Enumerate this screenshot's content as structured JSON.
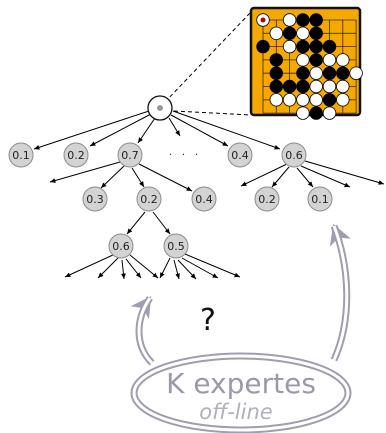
{
  "tree": {
    "level1": [
      "0.1",
      "0.2",
      "0.7",
      "0.4",
      "0.6"
    ],
    "level1_ellipsis": "· · ·",
    "children_of_0_7": [
      "0.3",
      "0.2",
      "0.4"
    ],
    "children_of_0_6": [
      "0.2",
      "0.1"
    ],
    "children_of_0_2": [
      "0.6",
      "0.5"
    ]
  },
  "question": "?",
  "experts": {
    "title": "K expertes",
    "subtitle": "off-line"
  },
  "colors": {
    "board": "#f5a800",
    "node_fill": "#d3d3d3",
    "node_stroke": "#8c8c8c",
    "expert_stroke": "#9e9eb0",
    "arrow": "#000000"
  },
  "go_board": {
    "size": 8,
    "last_move": [
      0,
      0
    ],
    "black": [
      [
        0,
        3
      ],
      [
        0,
        4
      ],
      [
        1,
        2
      ],
      [
        1,
        4
      ],
      [
        2,
        0
      ],
      [
        2,
        3
      ],
      [
        2,
        4
      ],
      [
        2,
        5
      ],
      [
        3,
        1
      ],
      [
        3,
        4
      ],
      [
        4,
        1
      ],
      [
        4,
        3
      ],
      [
        4,
        5
      ],
      [
        4,
        6
      ],
      [
        5,
        1
      ],
      [
        5,
        2
      ],
      [
        5,
        3
      ],
      [
        6,
        5
      ],
      [
        7,
        4
      ]
    ],
    "white": [
      [
        0,
        0
      ],
      [
        0,
        2
      ],
      [
        1,
        1
      ],
      [
        1,
        3
      ],
      [
        2,
        2
      ],
      [
        3,
        3
      ],
      [
        3,
        5
      ],
      [
        4,
        4
      ],
      [
        5,
        4
      ],
      [
        5,
        5
      ],
      [
        6,
        1
      ],
      [
        6,
        2
      ],
      [
        6,
        3
      ],
      [
        6,
        4
      ],
      [
        6,
        6
      ],
      [
        7,
        3
      ],
      [
        7,
        5
      ],
      [
        5,
        6
      ],
      [
        3,
        6
      ],
      [
        4,
        7
      ]
    ]
  }
}
